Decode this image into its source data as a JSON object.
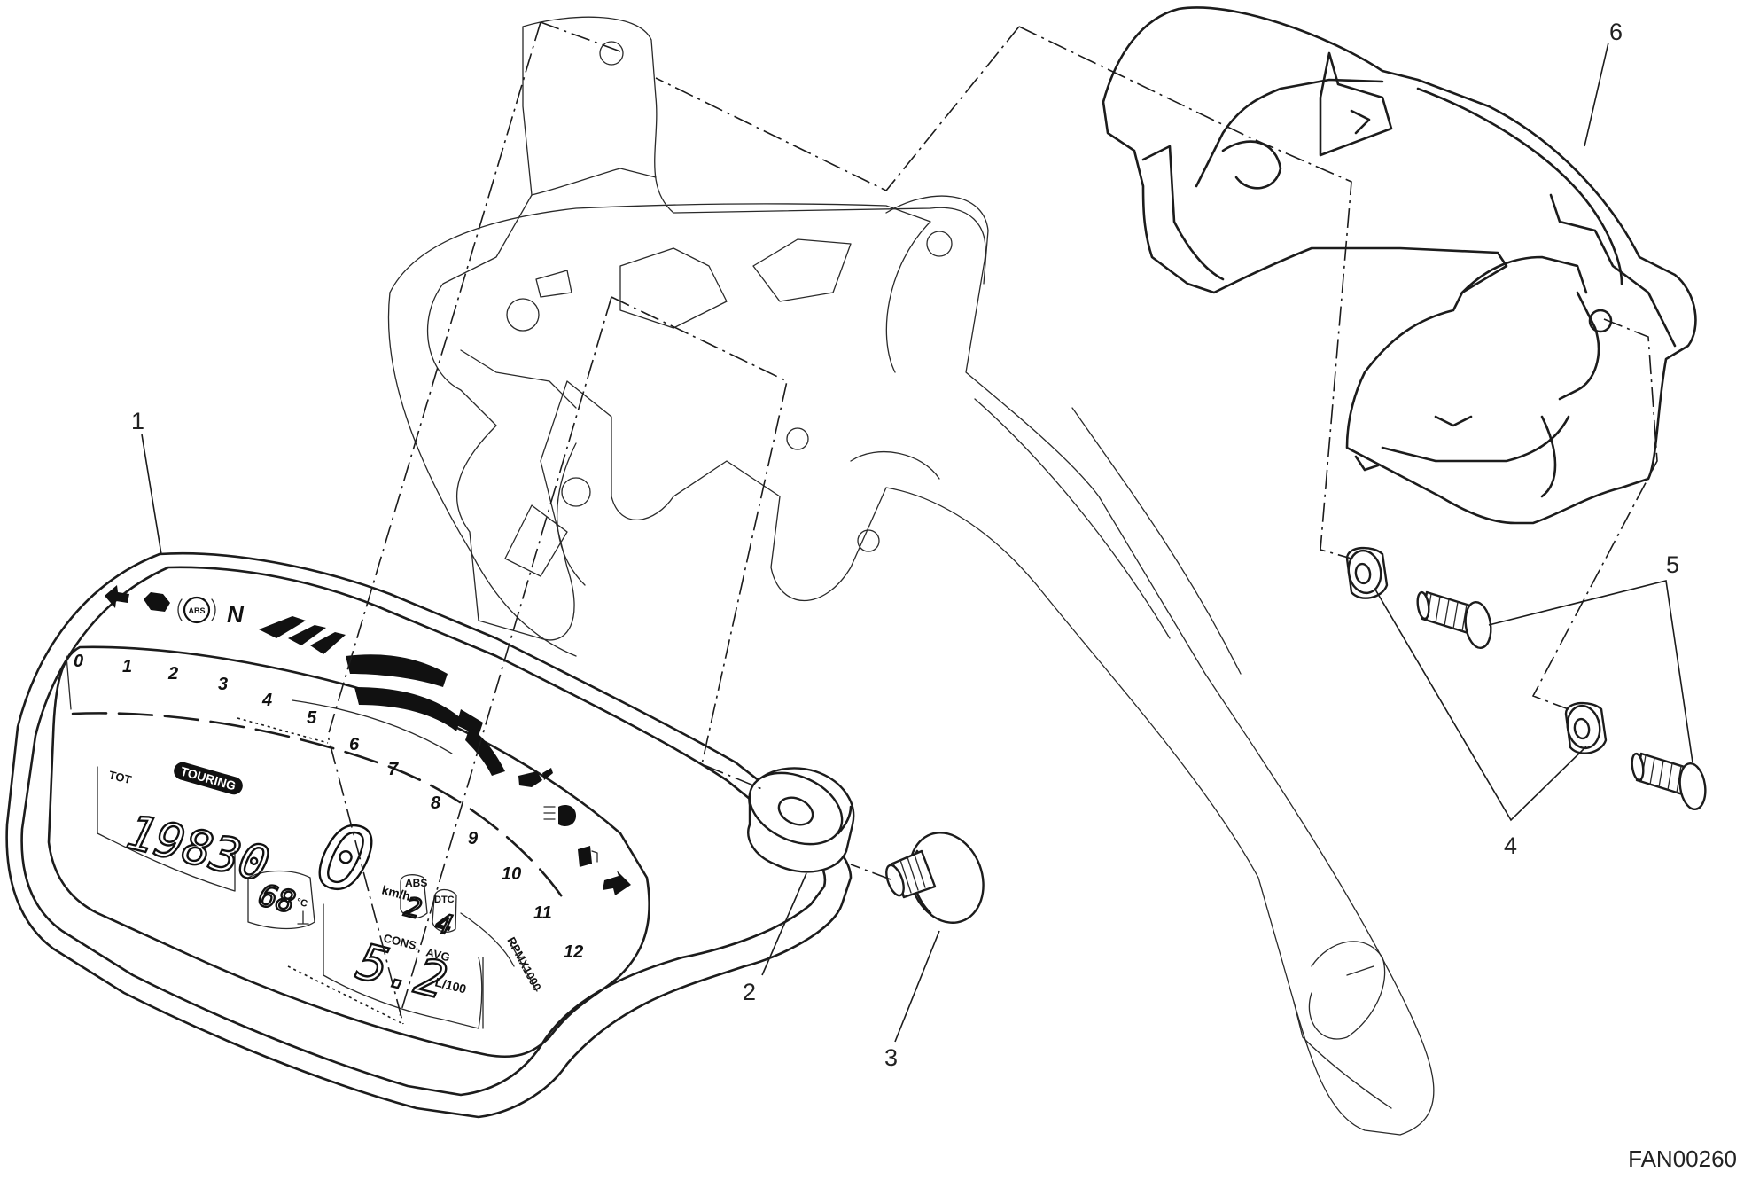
{
  "figure_id": "FAN00260",
  "callouts": [
    "1",
    "2",
    "3",
    "4",
    "5",
    "6"
  ],
  "dashboard": {
    "tach_scale": [
      "0",
      "1",
      "2",
      "3",
      "4",
      "5",
      "6",
      "7",
      "8",
      "9",
      "10",
      "11",
      "12"
    ],
    "rpm_unit": "RPMX1000",
    "mode": "TOURING",
    "odo_label": "TOT",
    "odometer": "19830",
    "temperature": "68",
    "temp_unit": "°C",
    "speed": "0",
    "speed_unit": "km/h",
    "abs_label": "ABS",
    "abs_level": "2",
    "dtc_label": "DTC",
    "dtc_level": "4",
    "cons_label": "CONS.",
    "avg_label": "AVG",
    "consumption": "5.2",
    "cons_unit": "L/100",
    "neutral": "N",
    "icons": [
      "turn-left-icon",
      "engine-warning-icon",
      "abs-warning-icon",
      "oil-pressure-icon",
      "high-beam-icon",
      "fuel-reserve-icon",
      "turn-right-icon"
    ]
  }
}
